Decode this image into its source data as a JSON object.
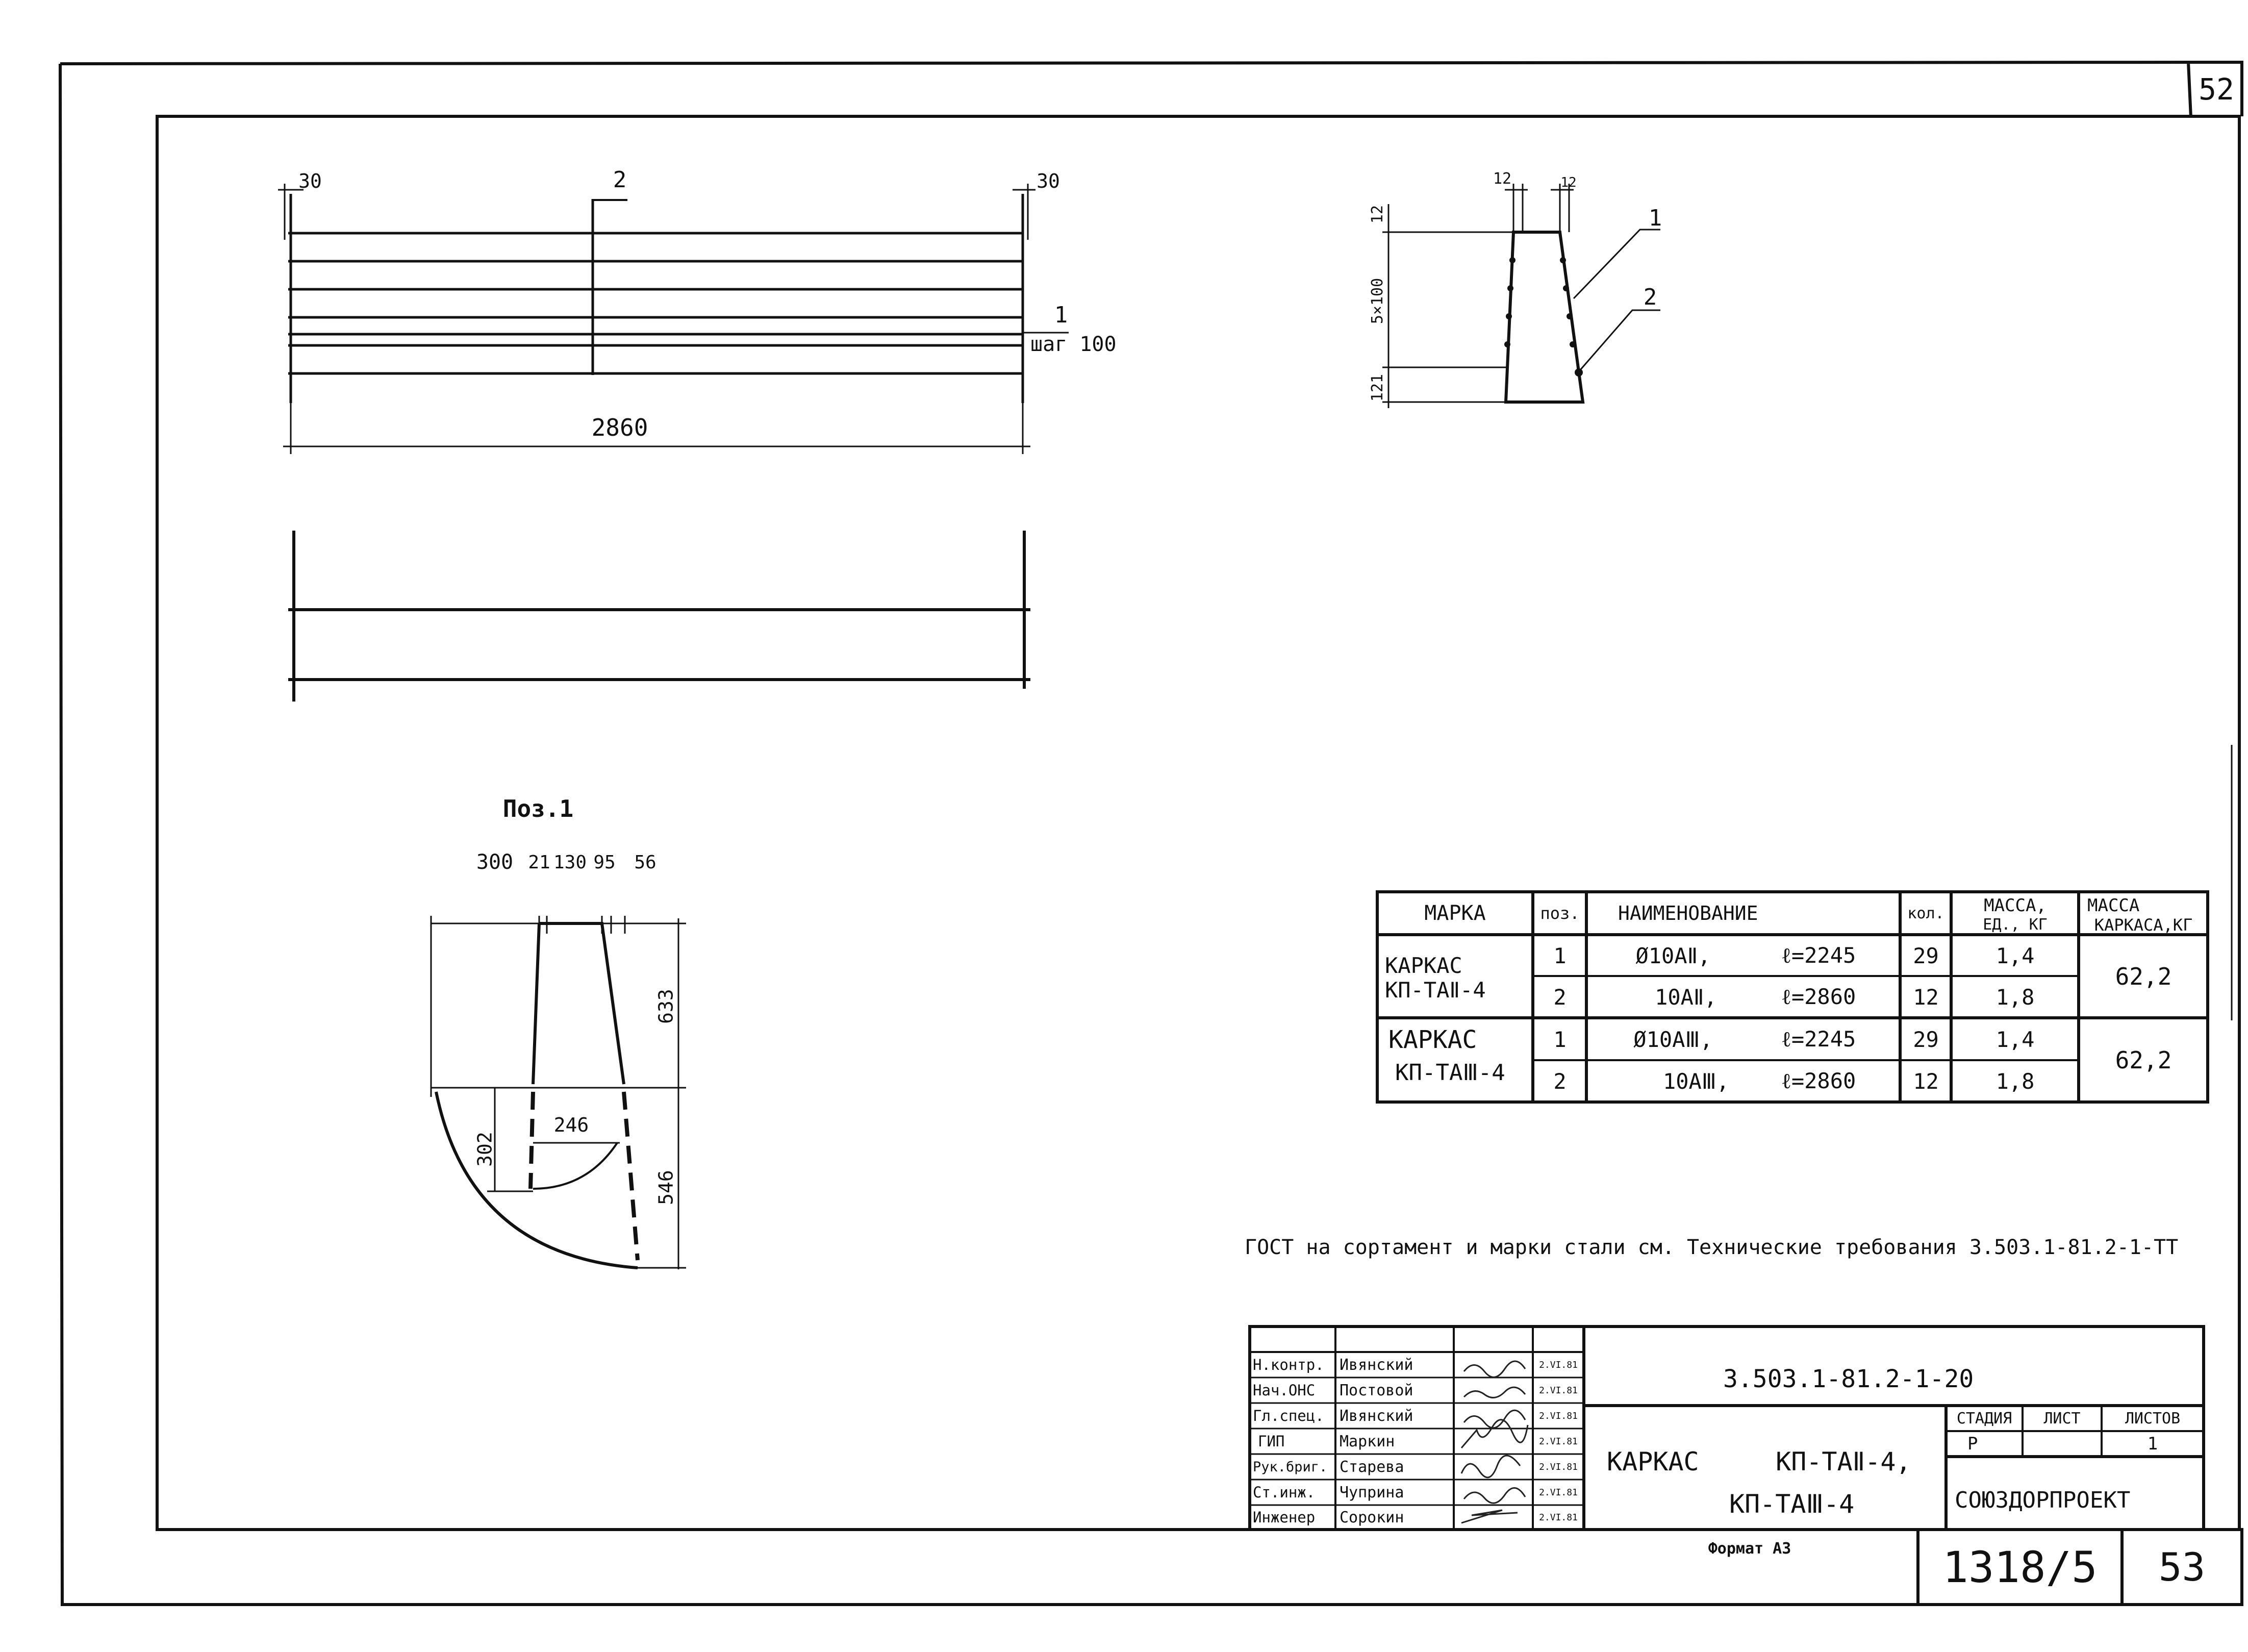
{
  "sheet": {
    "corner_number": "52",
    "bottom_number": "53",
    "archive_number": "1318/5",
    "format_label": "Формат А3",
    "gost_note": "ГОСТ на сортамент и марки стали см. Технические требования 3.503.1-81.2-1-ТТ"
  },
  "drawing_top": {
    "dim_left": "30",
    "dim_right": "30",
    "pos_top": "2",
    "pos_side": "1",
    "step_label": "шаг 100",
    "length": "2860"
  },
  "section_view": {
    "dim_top_left": "12",
    "dim_top_right": "12",
    "dim_left_top": "12",
    "dim_left_mid": "5×100",
    "dim_left_bot": "121",
    "leader_1": "1",
    "leader_2": "2"
  },
  "pos1": {
    "title": "Поз.1",
    "dims_top": [
      "300",
      "21",
      "130",
      "95",
      "56"
    ],
    "dim_633": "633",
    "dim_546": "546",
    "dim_302": "302",
    "dim_246": "246"
  },
  "spec_table": {
    "headers": {
      "mark": "МАРКА",
      "pos": "поз.",
      "name": "НАИМЕНОВАНИЕ",
      "qty": "кол.",
      "mass_unit_1": "МАССА,",
      "mass_unit_2": "ЕД., КГ",
      "mass_frame_1": "МАССА",
      "mass_frame_2": "КАРКАСА,КГ"
    },
    "groups": [
      {
        "mark_line1": "КАРКАС",
        "mark_line2": "КП-ТАⅡ-4",
        "mass_frame": "62,2",
        "rows": [
          {
            "pos": "1",
            "name": "Ø10АⅡ,",
            "length": "ℓ=2245",
            "qty": "29",
            "mass": "1,4"
          },
          {
            "pos": "2",
            "name": "10АⅡ,",
            "length": "ℓ=2860",
            "qty": "12",
            "mass": "1,8"
          }
        ]
      },
      {
        "mark_line1": "КАРКАС",
        "mark_line2": "КП-ТАⅢ-4",
        "mass_frame": "62,2",
        "rows": [
          {
            "pos": "1",
            "name": "Ø10АⅢ,",
            "length": "ℓ=2245",
            "qty": "29",
            "mass": "1,4"
          },
          {
            "pos": "2",
            "name": "10АⅢ,",
            "length": "ℓ=2860",
            "qty": "12",
            "mass": "1,8"
          }
        ]
      }
    ]
  },
  "title_block": {
    "staff": [
      {
        "role": "Н.контр.",
        "name": "Ивянский",
        "date": "2.VI.81"
      },
      {
        "role": "Нач.ОНС",
        "name": "Постовой",
        "date": "2.VI.81"
      },
      {
        "role": "Гл.спец.",
        "name": "Ивянский",
        "date": "2.VI.81"
      },
      {
        "role": "ГИП",
        "name": "Маркин",
        "date": "2.VI.81"
      },
      {
        "role": "Рук.бриг.",
        "name": "Старева",
        "date": "2.VI.81"
      },
      {
        "role": "Ст.инж.",
        "name": "Чуприна",
        "date": "2.VI.81"
      },
      {
        "role": "Инженер",
        "name": "Сорокин",
        "date": "2.VI.81"
      }
    ],
    "doc_code": "3.503.1-81.2-1-20",
    "product_line1": "КАРКАС     КП-ТАⅡ-4,",
    "product_line2": "КП-ТАⅢ-4",
    "stage_label": "СТАДИЯ",
    "sheet_label": "ЛИСТ",
    "sheets_label": "ЛИСТОВ",
    "stage_value": "Р",
    "sheet_value": "",
    "sheets_value": "1",
    "org": "СОЮЗДОРПРОЕКТ"
  }
}
